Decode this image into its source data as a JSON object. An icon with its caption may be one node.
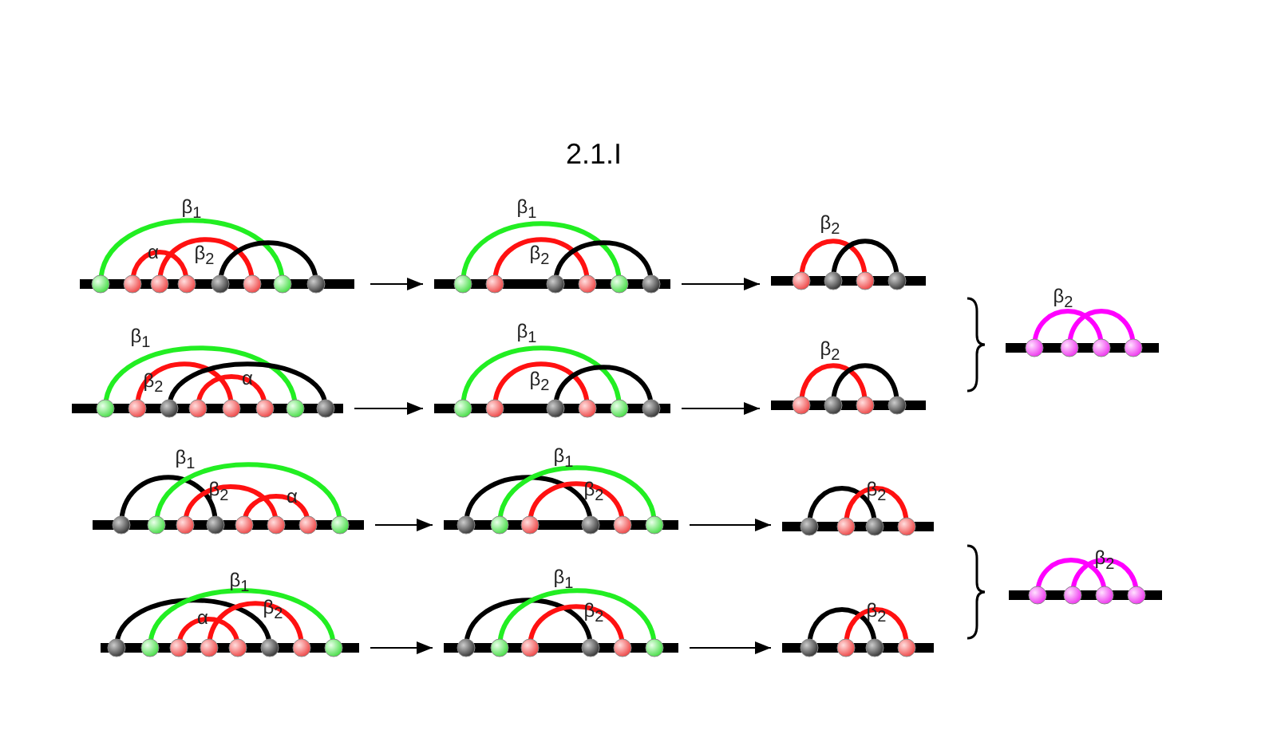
{
  "diagram": {
    "title": "2.1.I",
    "nodes": [
      {
        "text": [
          "β$_{1}$",
          "α",
          "β$_{2}$"
        ]
      },
      {
        "text": [
          "β$_{1}$",
          "β$_{2}$"
        ]
      },
      {
        "text": [
          "β$_{2}$"
        ]
      },
      {
        "text": [
          "β$_{2}$"
        ]
      },
      {
        "text": [
          "β$_{1}$",
          "β$_{2}$",
          "α"
        ]
      },
      {
        "text": [
          "β$_{1}$",
          "β$_{2}$"
        ]
      },
      {
        "text": [
          "β$_{2}$"
        ]
      },
      {
        "text": [
          "β$_{1}$",
          "β$_{2}$",
          "α"
        ]
      },
      {
        "text": [
          "β$_{1}$",
          "β$_{2}$"
        ]
      },
      {
        "text": [
          "β$_{2}$"
        ]
      },
      {
        "text": [
          "β$_{2}$"
        ]
      },
      {
        "text": [
          "β$_{1}$",
          "β$_{2}$",
          "α"
        ]
      },
      {
        "text": [
          "β$_{1}$",
          "β$_{2}$"
        ]
      },
      {
        "text": [
          "β$_{2}$"
        ]
      }
    ],
    "edges": [
      {
        "from": 0,
        "to": 1,
        "arrow": "to"
      },
      {
        "from": 1,
        "to": 2,
        "arrow": "to"
      },
      {
        "from": 4,
        "to": 5,
        "arrow": "to"
      },
      {
        "from": 5,
        "to": 6,
        "arrow": "to"
      },
      {
        "from": 7,
        "to": 8,
        "arrow": "to"
      },
      {
        "from": 8,
        "to": 9,
        "arrow": "to"
      },
      {
        "from": 11,
        "to": 12,
        "arrow": "to"
      },
      {
        "from": 12,
        "to": 13,
        "arrow": "to"
      }
    ]
  }
}
